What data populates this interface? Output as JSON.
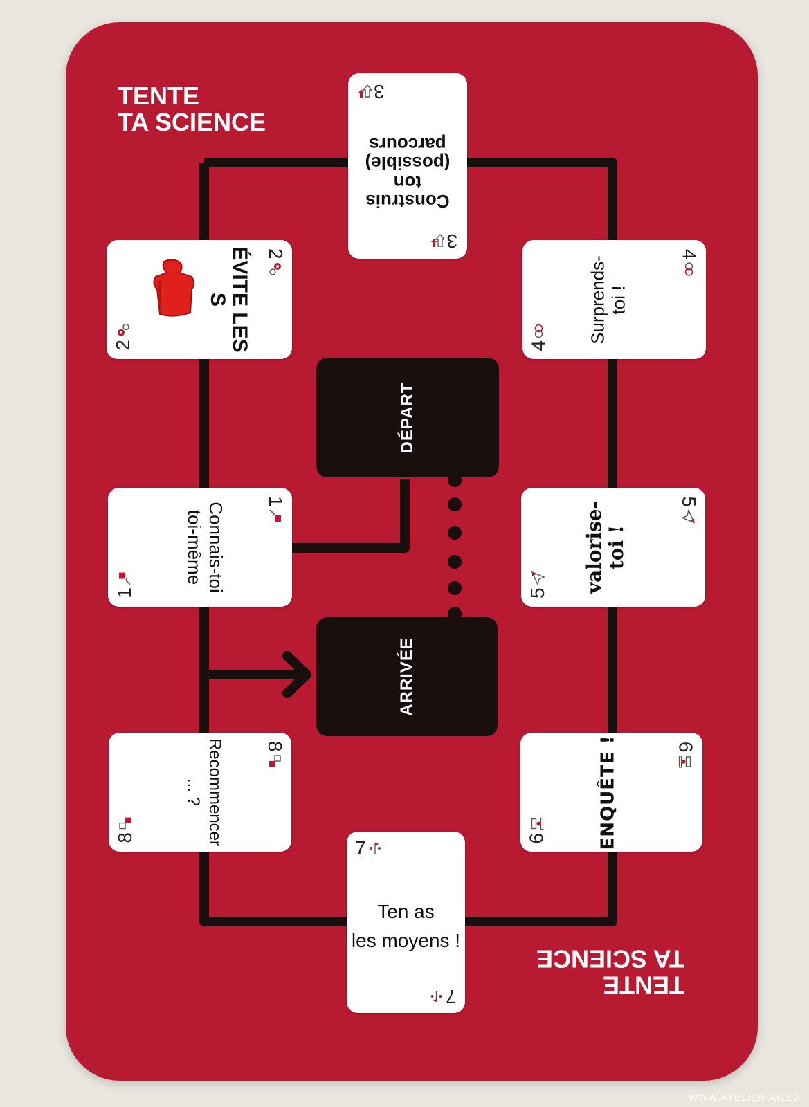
{
  "board": {
    "title_top": "TENTE\nTA SCIENCE",
    "title_bottom": "TENTE\nTA SCIENCE"
  },
  "boxes": {
    "depart": "DÉPART",
    "arrivee": "ARRIVÉE"
  },
  "cards": [
    {
      "id": "construis",
      "number": "3",
      "label": "Construis\nton\n(possible)\nparcours",
      "icon": "arrows-down-icon"
    },
    {
      "id": "evite",
      "number": "2",
      "label": "ÉVITE LES\nS",
      "icon": "gears-icon"
    },
    {
      "id": "surprends",
      "number": "4",
      "label": "Surprends-\ntoi !",
      "icon": "faces-icon"
    },
    {
      "id": "connais",
      "number": "1",
      "label": "Connais-toi\ntoi-même",
      "icon": "puzzle-hand-icon"
    },
    {
      "id": "valorise",
      "number": "5",
      "label": "valorise-\ntoi !",
      "icon": "paper-plane-icon"
    },
    {
      "id": "recommencer",
      "number": "8",
      "label": "Recommencer\n... ?",
      "icon": "puzzle-icon"
    },
    {
      "id": "enquete",
      "number": "6",
      "label": "ENQUÊTE !",
      "icon": "detective-icon"
    },
    {
      "id": "moyens",
      "number": "7",
      "label": "Ten as\nles moyens !",
      "icon": "flag-people-icon"
    }
  ],
  "pawn": {
    "color": "#e0201c"
  },
  "watermark": "WWW.ATELIER-AILE2",
  "colors": {
    "board": "#b81a32",
    "track": "#1a0f0f",
    "card": "#ffffff",
    "accent": "#c0182d"
  }
}
